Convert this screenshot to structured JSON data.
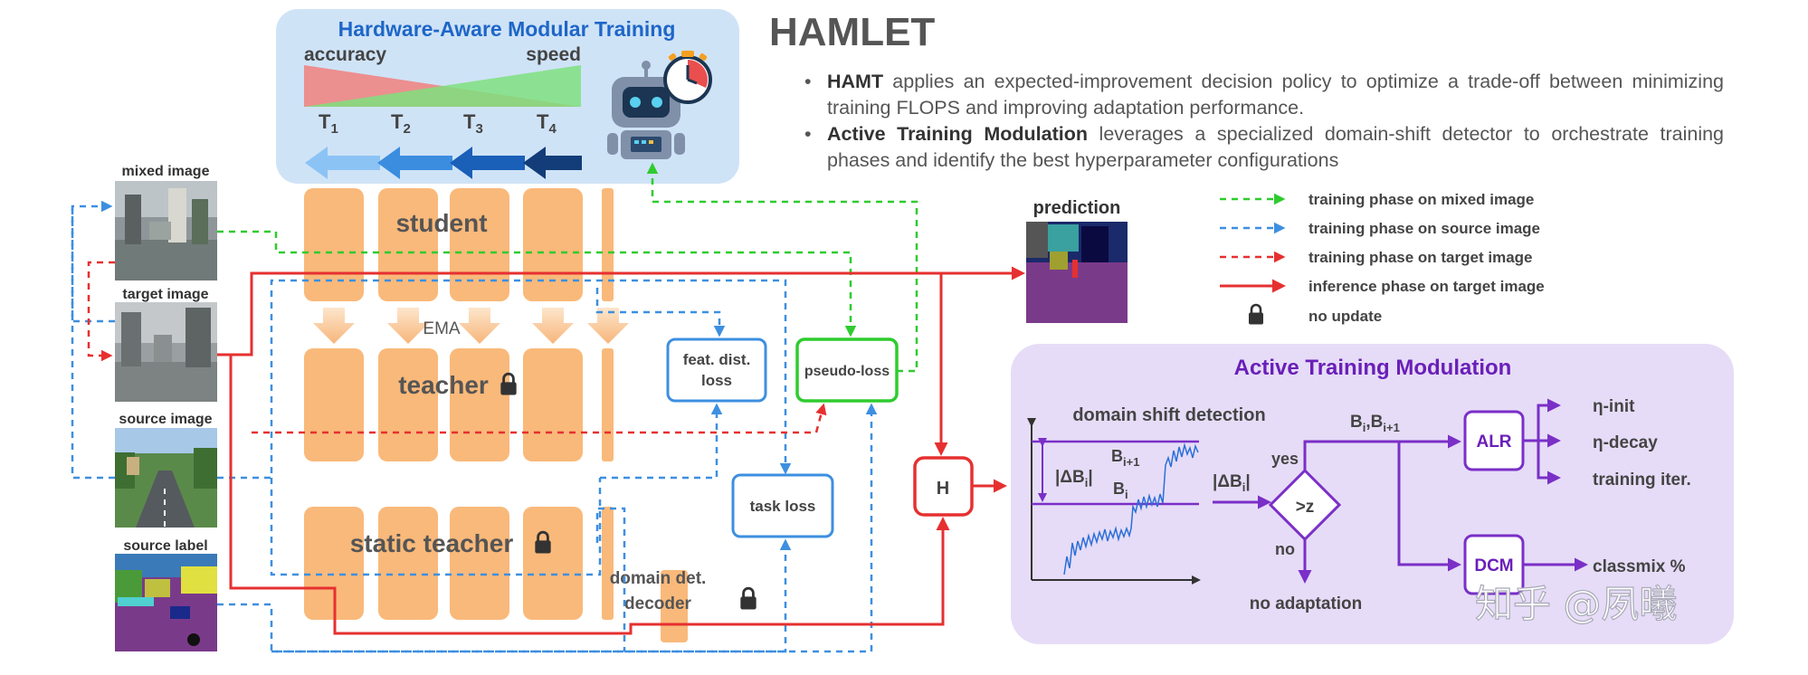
{
  "title": "HAMLET",
  "bullets": [
    {
      "keyword": "HAMT",
      "text": " applies an expected-improvement decision policy to optimize a trade-off between minimizing training FLOPS and improving adaptation performance."
    },
    {
      "keyword": "Active Training Modulation",
      "text": " leverages a specialized domain-shift detector to orchestrate training phases and identify the best hyperparameter configurations"
    }
  ],
  "hamt": {
    "title": "Hardware-Aware Modular Training",
    "accuracy_label": "accuracy",
    "speed_label": "speed",
    "tiers": [
      "T",
      "T",
      "T",
      "T"
    ],
    "tier_subs": [
      "1",
      "2",
      "3",
      "4"
    ]
  },
  "inputs": {
    "mixed": "mixed image",
    "target": "target image",
    "source": "source image",
    "label": "source label"
  },
  "network": {
    "student": "student",
    "ema": "EMA",
    "teacher": "teacher",
    "static_teacher": "static teacher",
    "domain_det_line1": "domain det.",
    "domain_det_line2": "decoder"
  },
  "losses": {
    "feat_line1": "feat. dist.",
    "feat_line2": "loss",
    "pseudo": "pseudo-loss",
    "task": "task loss"
  },
  "h_node": "H",
  "prediction_label": "prediction",
  "legend": [
    {
      "label": "training phase on mixed image",
      "color": "#2ecc2e",
      "style": "dashed"
    },
    {
      "label": "training phase on source image",
      "color": "#3d8fe0",
      "style": "dashed"
    },
    {
      "label": "training phase on target image",
      "color": "#e63030",
      "style": "dashed"
    },
    {
      "label": "inference phase on target image",
      "color": "#e63030",
      "style": "solid"
    },
    {
      "label": "no update",
      "icon": "lock-icon"
    }
  ],
  "atm": {
    "title": "Active Training Modulation",
    "shift_label": "domain shift detection",
    "delta": "|ΔB",
    "delta_sub": "i",
    "delta_end": "|",
    "b_i1": "B",
    "b_i1_sub": "i+1",
    "b_i": "B",
    "b_i_sub": "i",
    "delta2": "|ΔB",
    "delta2_sub": "i",
    "delta2_end": "|",
    "decision": ">z",
    "yes": "yes",
    "no": "no",
    "no_adaptation": "no adaptation",
    "bb_b1": "B",
    "bb_s1": "i",
    "bb_mid": ",B",
    "bb_s2": "i+1",
    "alr": "ALR",
    "dcm": "DCM",
    "eta_init": "η-init",
    "eta_decay": "η-decay",
    "train_iter": "training iter.",
    "classmix": "classmix %"
  },
  "watermark": "知乎 @夙曦",
  "colors": {
    "orange": "#f9b97a",
    "hamt_bg": "#cfe3f7",
    "atm_bg": "#e6dcf7",
    "purple": "#7a2fc7",
    "red": "#e63030",
    "blue": "#3d8fe0",
    "green": "#2ecc2e"
  }
}
